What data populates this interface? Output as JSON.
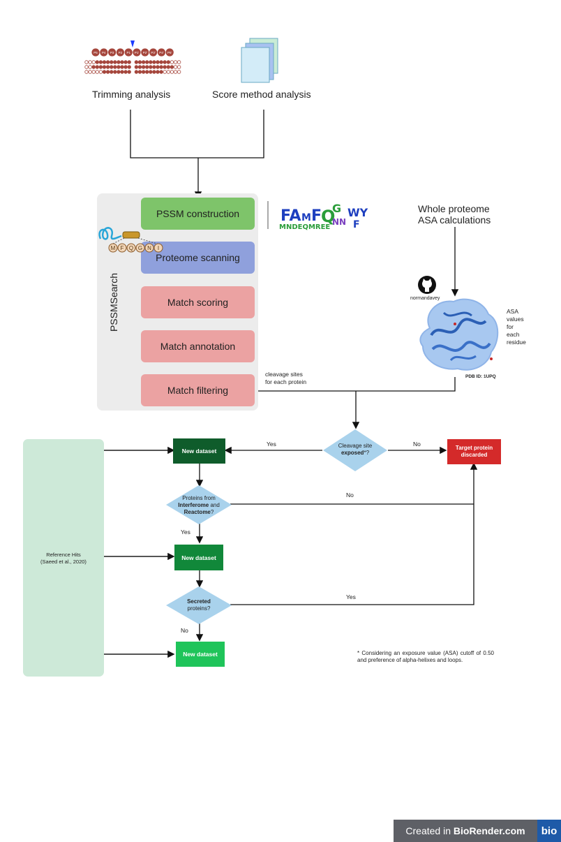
{
  "top": {
    "trimming_label": "Trimming analysis",
    "score_label": "Score method analysis",
    "trim_positions": [
      "P5",
      "P4",
      "P3",
      "P2",
      "P1",
      "P1'",
      "P2'",
      "P3'",
      "P4'",
      "P5'"
    ]
  },
  "pssm": {
    "side_label": "PSSMSearch",
    "steps": [
      "PSSM construction",
      "Proteome scanning",
      "Match scoring",
      "Match annotation",
      "Match filtering"
    ],
    "sequence_letters": [
      "M",
      "F",
      "Q",
      "G",
      "N",
      "I"
    ],
    "logo_letters": "FAMFQGNNWYF",
    "cleavage_note_line1": "cleavage sites",
    "cleavage_note_line2": "for each protein"
  },
  "asa": {
    "title_line1": "Whole proteome",
    "title_line2": "ASA calculations",
    "github_user": "normandavey",
    "values_lines": [
      "ASA",
      "values",
      "for",
      "each",
      "residue"
    ],
    "pdb_id": "PDB ID: 1UPQ"
  },
  "flow": {
    "decision1_line1": "Cleavage site",
    "decision1_bold": "exposed",
    "decision1_suffix": "*?",
    "yes1": "Yes",
    "no1": "No",
    "discard_line1": "Target protein",
    "discard_line2": "discarded",
    "dataset1": "New dataset",
    "decision2_line1": "Proteins from",
    "decision2_bold1": "Interferome",
    "decision2_and": " and",
    "decision2_bold2": "Reactome",
    "decision2_suffix": "?",
    "no2": "No",
    "yes2": "Yes",
    "dataset2": "New dataset",
    "decision3_bold": "Secreted",
    "decision3_line2": "proteins?",
    "yes3": "Yes",
    "no3": "No",
    "dataset3": "New dataset",
    "reference_line1": "Reference Hits",
    "reference_line2": "(Saeed et al., 2020)",
    "footnote": "* Considering an exposure value (ASA) cutoff of 0.50 and preference of alpha-helixes and loops."
  },
  "badge": {
    "created": "Created in ",
    "brand": "BioRender.com",
    "logo": "bio"
  },
  "colors": {
    "green_step": "#7ec46a",
    "blue_step": "#8fa0dc",
    "pink_step": "#eba2a2",
    "panel": "#ececec",
    "reference_panel": "#cde9d8",
    "dataset1": "#0f5c2b",
    "dataset2": "#11883a",
    "dataset3": "#1fc45a",
    "discard": "#d42a2a",
    "diamond": "#a9d2ec"
  }
}
